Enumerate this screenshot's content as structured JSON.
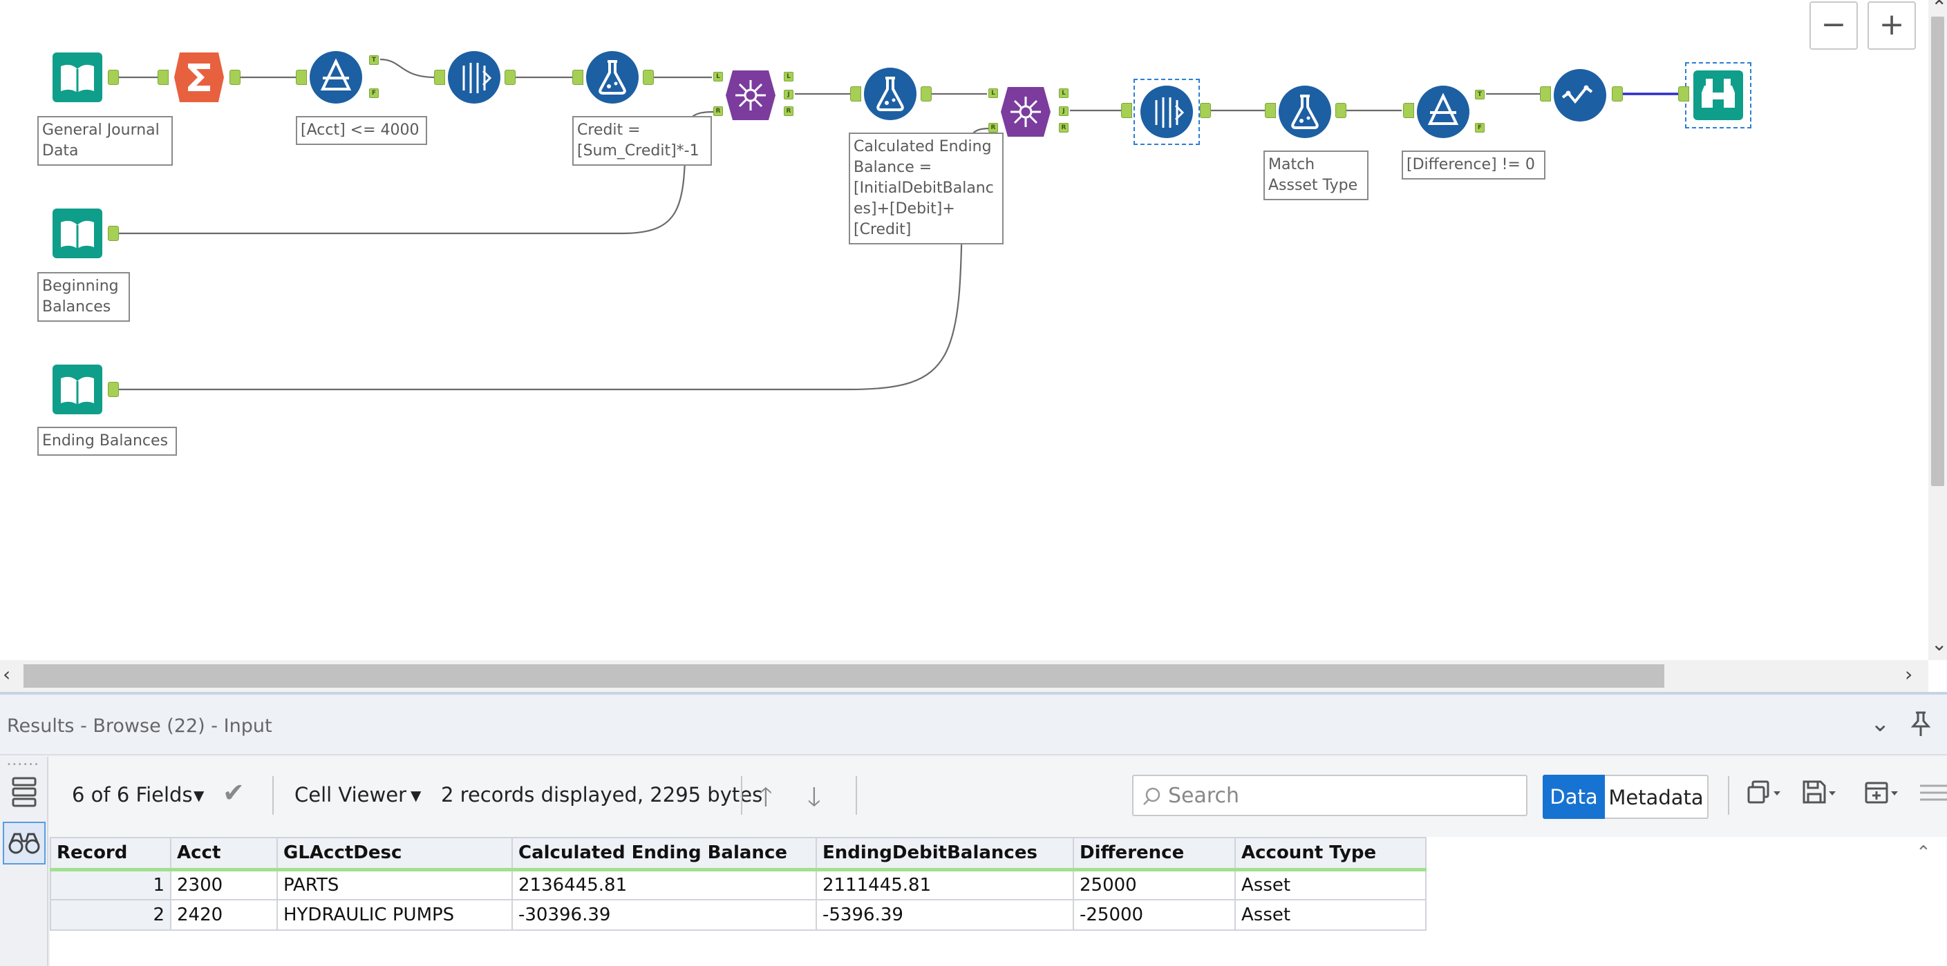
{
  "workflow": {
    "annotations": {
      "general_journal": "General Journal\nData",
      "filter1": "[Acct] <= 4000",
      "formula1": "Credit =\n[Sum_Credit]*-1",
      "formula2": "Calculated Ending\nBalance =\n[InitialDebitBalanc\nes]+[Debit]+\n[Credit]",
      "formula3": "Match\nAssset Type",
      "filter2": "[Difference] != 0",
      "beginning": "Beginning\nBalances",
      "ending": "Ending Balances"
    },
    "anchor_labels": {
      "true": "T",
      "false": "F",
      "left": "L",
      "join": "J",
      "right": "R"
    },
    "zoom": {
      "minus": "−",
      "plus": "+"
    }
  },
  "results": {
    "title": "Results - Browse (22) - Input",
    "fields_selector": "6 of 6 Fields",
    "viewer": "Cell Viewer",
    "records_info": "2 records displayed, 2295 bytes",
    "search_placeholder": "Search",
    "data_tab": "Data",
    "metadata_tab": "Metadata",
    "columns": [
      "Record",
      "Acct",
      "GLAcctDesc",
      "Calculated Ending Balance",
      "EndingDebitBalances",
      "Difference",
      "Account Type"
    ],
    "rows": [
      [
        "1",
        "2300",
        "PARTS",
        "2136445.81",
        "2111445.81",
        "25000",
        "Asset"
      ],
      [
        "2",
        "2420",
        "HYDRAULIC PUMPS",
        "-30396.39",
        "-5396.39",
        "-25000",
        "Asset"
      ]
    ]
  },
  "colors": {
    "input_tool": "#0f9e8a",
    "summarize_tool": "#e8613f",
    "blue_tool": "#1d5fa3",
    "join_tool": "#7b3c9e",
    "anchor": "#a6cf55",
    "accent": "#1773d1"
  }
}
